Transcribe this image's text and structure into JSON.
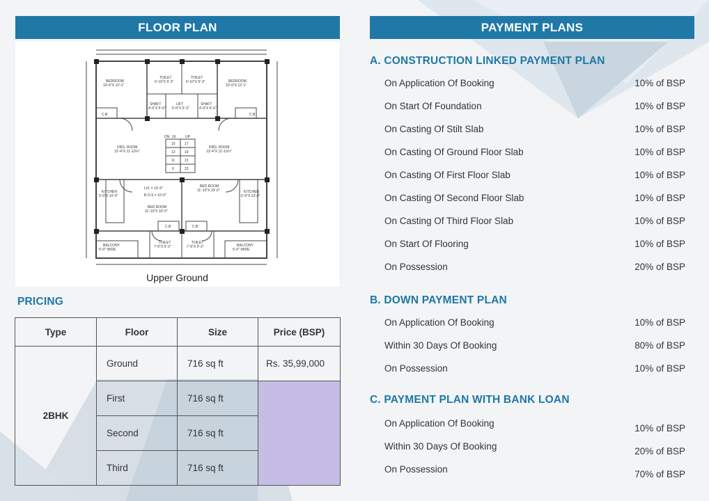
{
  "floor_plan": {
    "banner": "FLOOR PLAN",
    "caption": "Upper Ground",
    "rooms": {
      "bedroom": "BEDROOM",
      "bedroom_left_size": "10'-6\"X 12'-1\"",
      "bedroom_right_size": "10'-0\"X 12'-1\"",
      "toilet": "TOILET",
      "toilet_top_size": "6'-10\"X 6'-3\"",
      "shaft": "SHAFT",
      "shaft_size": "4'-0\"X 5'-6\"",
      "lift": "LIFT",
      "lift_size": "5'-0\"X 5'-3\"",
      "cb": "C.B",
      "drg_room": "DRG. ROOM",
      "drg_room_left_size": "13'-4\"X 11'-10½\"",
      "drg_room_right_size": "13'-4\"X 11'-10½\"",
      "dn": "DN",
      "dn_num": "16",
      "up": "UP",
      "stair_numbers": [
        "15",
        "17",
        "13",
        "19",
        "11",
        "21",
        "9",
        "23"
      ],
      "kitchen": "KITCHEN",
      "kitchen_left_size": "5'-0\"X 10'-0\"",
      "kitchen_right_size": "5'-0\"X 13'-0\"",
      "lvl": "LVL = 10'-3\"",
      "bos": "B.O.S = 10'-0\"",
      "bed_room": "BED ROOM",
      "bed_room_left_size": "11'-10\"X 10'-0\"",
      "bed_room_right_size": "11'-10\"X 10'-0\"",
      "balcony": "BALCONY",
      "balcony_size": "5'-0\" WIDE",
      "toilet_bottom_size": "7'-0\"X 5'-2\""
    }
  },
  "pricing": {
    "heading": "PRICING",
    "headers": [
      "Type",
      "Floor",
      "Size",
      "Price (BSP)"
    ],
    "type": "2BHK",
    "rows": [
      {
        "floor": "Ground",
        "size": "716 sq ft",
        "price": "Rs. 35,99,000"
      },
      {
        "floor": "First",
        "size": "716 sq ft",
        "price": ""
      },
      {
        "floor": "Second",
        "size": "716 sq ft",
        "price": ""
      },
      {
        "floor": "Third",
        "size": "716 sq ft",
        "price": ""
      }
    ]
  },
  "payment_plans": {
    "banner": "PAYMENT PLANS",
    "plan_a": {
      "title": "A. CONSTRUCTION LINKED PAYMENT PLAN",
      "items": [
        {
          "label": "On Application Of Booking",
          "value": "10% of BSP"
        },
        {
          "label": "On Start Of Foundation",
          "value": "10% of BSP"
        },
        {
          "label": "On Casting Of Stilt Slab",
          "value": "10% of BSP"
        },
        {
          "label": "On Casting Of Ground Floor Slab",
          "value": "10% of BSP"
        },
        {
          "label": "On Casting Of First Floor Slab",
          "value": "10% of BSP"
        },
        {
          "label": "On Casting Of Second Floor Slab",
          "value": "10% of BSP"
        },
        {
          "label": "On Casting Of Third Floor Slab",
          "value": "10% of BSP"
        },
        {
          "label": "On Start Of Flooring",
          "value": "10% of BSP"
        },
        {
          "label": "On Possession",
          "value": "20% of BSP"
        }
      ]
    },
    "plan_b": {
      "title": "B. DOWN PAYMENT PLAN",
      "items": [
        {
          "label": "On Application Of Booking",
          "value": "10% of BSP"
        },
        {
          "label": "Within 30 Days Of Booking",
          "value": "80% of BSP"
        },
        {
          "label": "On Possession",
          "value": "10% of BSP"
        }
      ]
    },
    "plan_c": {
      "title": "C. PAYMENT PLAN WITH BANK LOAN",
      "items": [
        {
          "label": "On Application Of Booking",
          "value": "10% of BSP"
        },
        {
          "label": "Within 30 Days Of Booking",
          "value": "20% of BSP"
        },
        {
          "label": "On Possession",
          "value": "70% of BSP"
        }
      ]
    }
  },
  "colors": {
    "accent": "#1f78a6",
    "highlight": "#c6bde6",
    "background": "#f2f4f6"
  }
}
